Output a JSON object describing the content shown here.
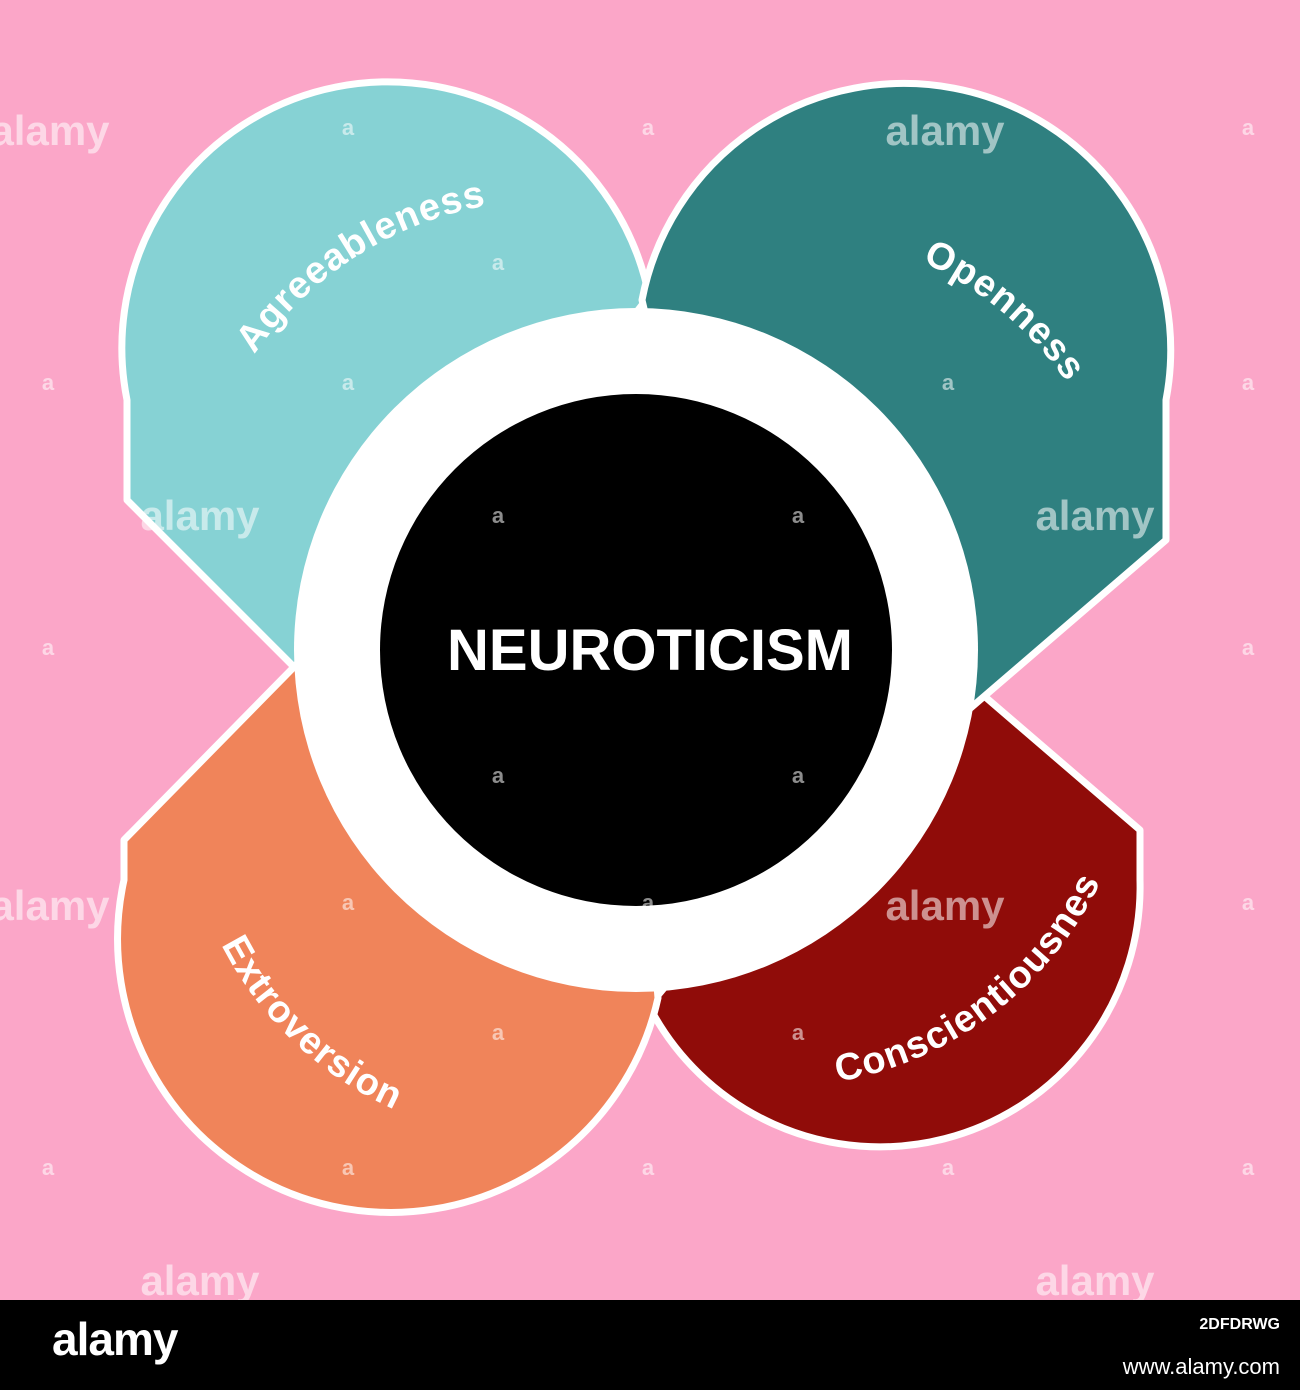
{
  "colors": {
    "background": "#fba6c8",
    "agreeableness": "#86d2d4",
    "openness": "#2f8080",
    "extroversion": "#f0845a",
    "conscientiousness": "#900c09",
    "ring": "#ffffff",
    "center": "#000000"
  },
  "diagram": {
    "center_label": "NEUROTICISM",
    "petals": [
      {
        "label": "Agreeableness"
      },
      {
        "label": "Openness"
      },
      {
        "label": "Extroversion"
      },
      {
        "label": "Conscientiousnes"
      }
    ]
  },
  "watermark": {
    "text": "alamy",
    "mark": "a"
  },
  "footer": {
    "logo": "alamy",
    "image_id": "2DFDRWG",
    "site": "www.alamy.com"
  }
}
